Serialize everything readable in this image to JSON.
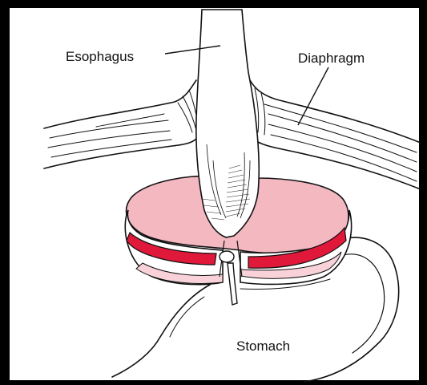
{
  "diagram": {
    "labels": {
      "esophagus": "Esophagus",
      "diaphragm": "Diaphragm",
      "stomach": "Stomach"
    },
    "colors": {
      "frame": "#000000",
      "background": "#ffffff",
      "wrap_fill": "#f4b8c1",
      "wrap_inner": "#f8d2d8",
      "band_red": "#e0183a",
      "outline": "#111111"
    }
  }
}
